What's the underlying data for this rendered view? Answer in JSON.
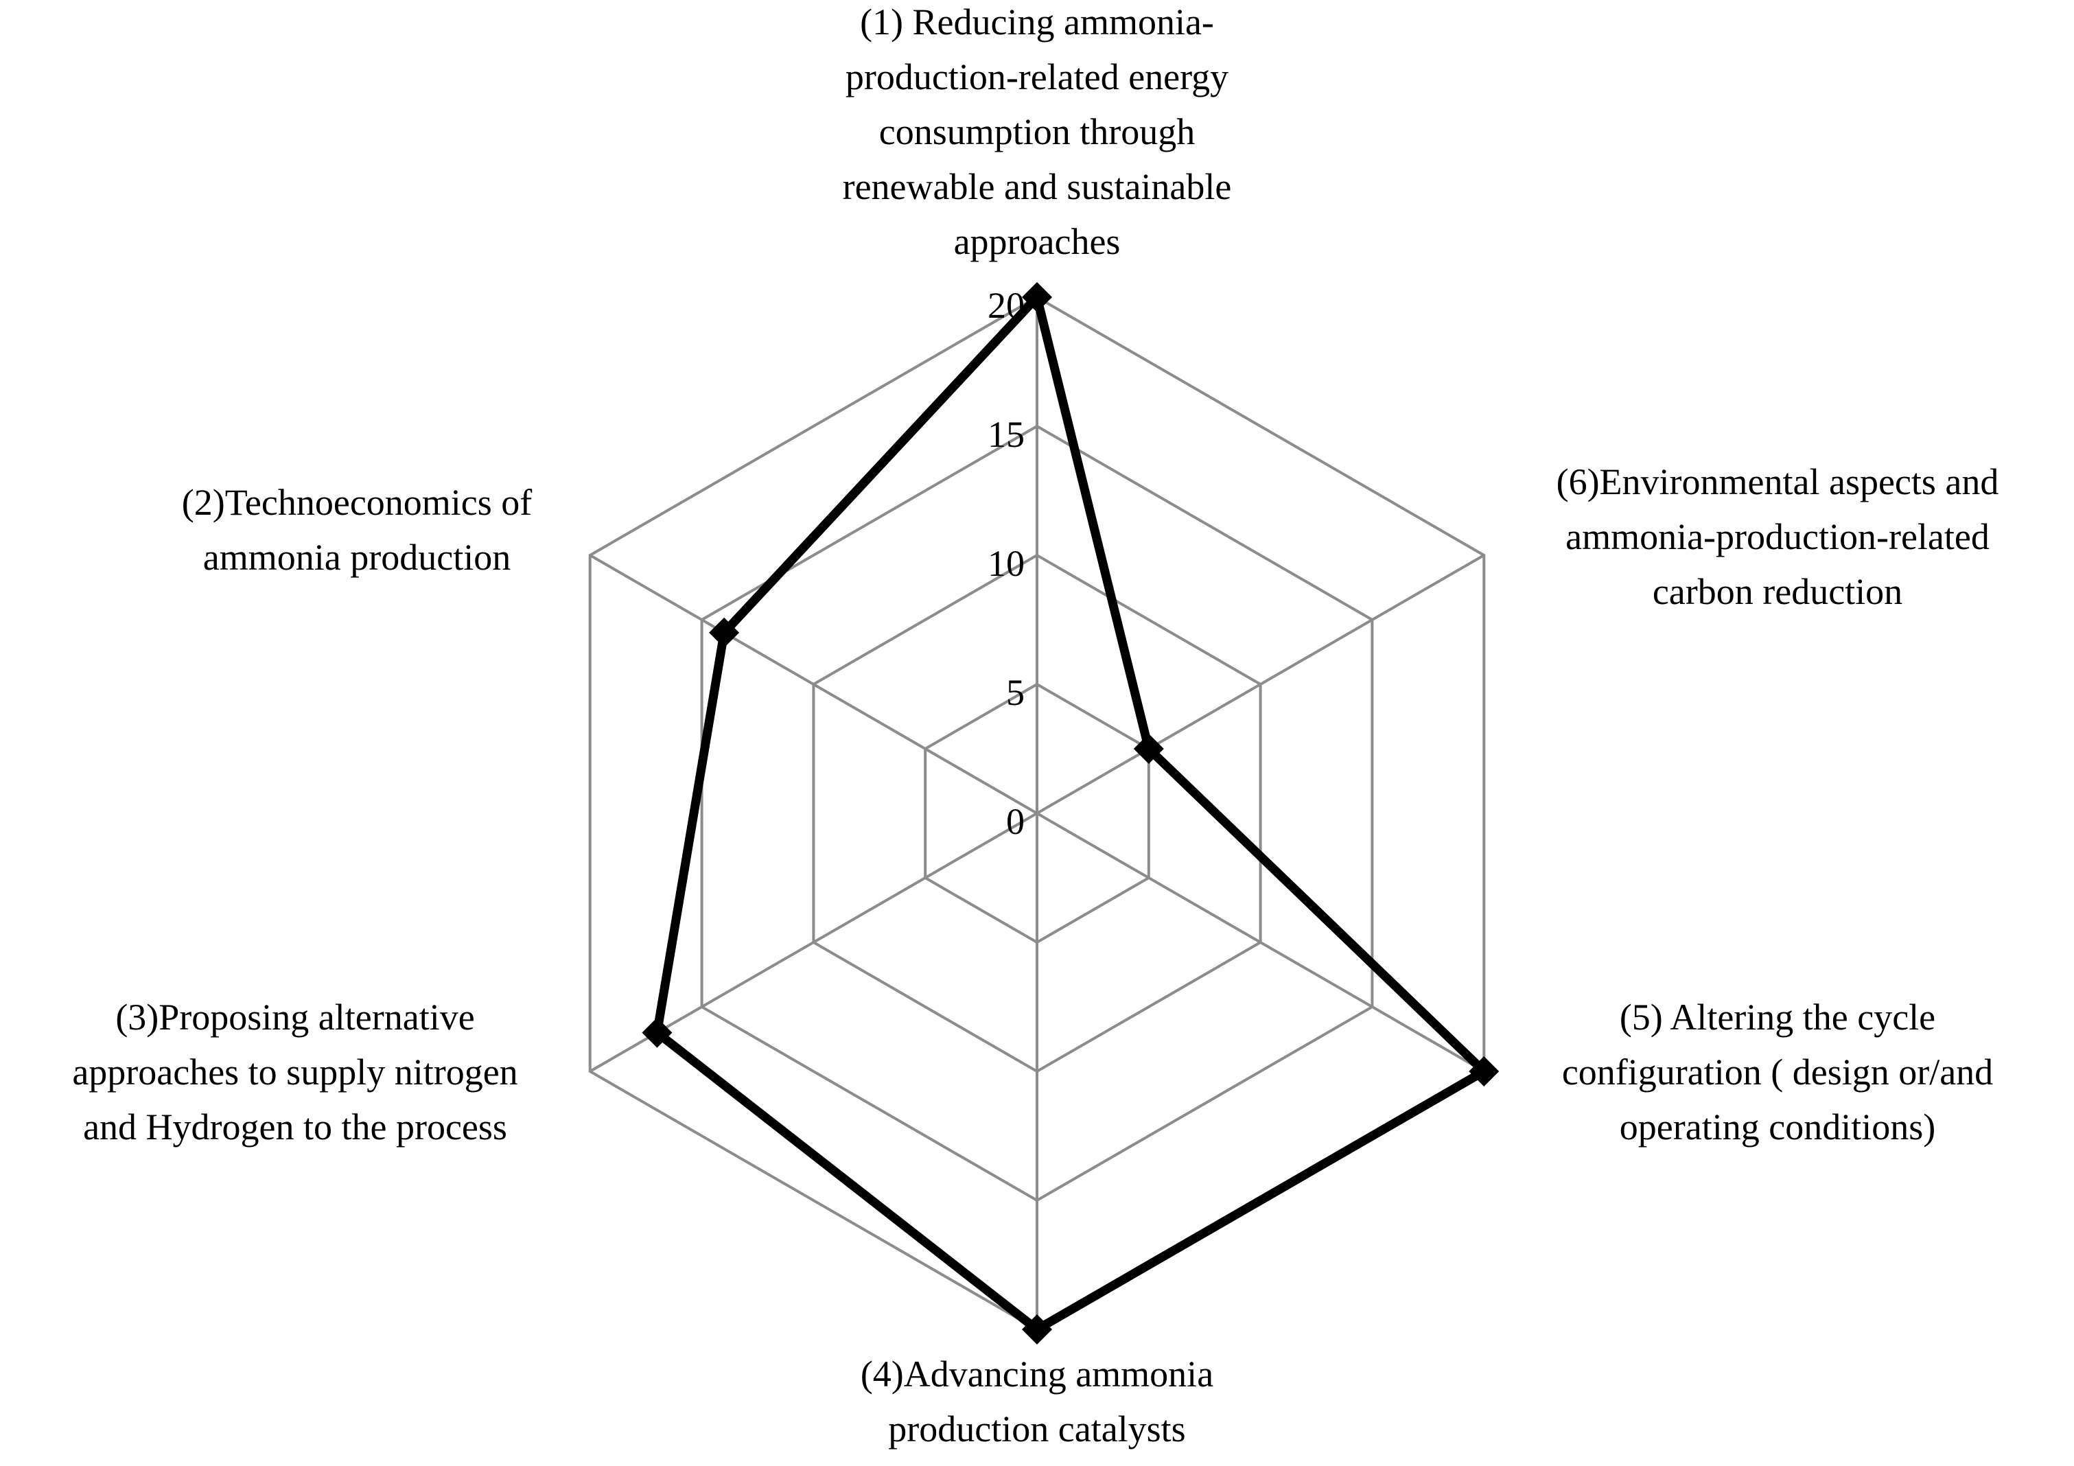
{
  "chart_data": {
    "type": "radar",
    "title": "",
    "categories": [
      [
        "(1) Reducing ammonia-",
        "production-related energy",
        "consumption through",
        "renewable and sustainable",
        "approaches"
      ],
      [
        "(2)Technoeconomics of",
        "ammonia production"
      ],
      [
        "(3)Proposing alternative",
        "approaches to supply nitrogen",
        "and Hydrogen to the process"
      ],
      [
        "(4)Advancing ammonia",
        "production catalysts"
      ],
      [
        "(5) Altering the cycle",
        "configuration ( design or/and",
        "operating conditions)"
      ],
      [
        "(6)Environmental aspects and",
        "ammonia-production-related",
        "carbon reduction"
      ]
    ],
    "series": [
      {
        "values": [
          20,
          14,
          17,
          20,
          20,
          5
        ]
      }
    ],
    "r_range": [
      0,
      20
    ],
    "ticks": [
      0,
      5,
      10,
      15,
      20
    ],
    "grid": true,
    "colors": {
      "grid": "#8c8c8c",
      "series": "#000000",
      "text": "#000000"
    },
    "marker": "diamond"
  }
}
